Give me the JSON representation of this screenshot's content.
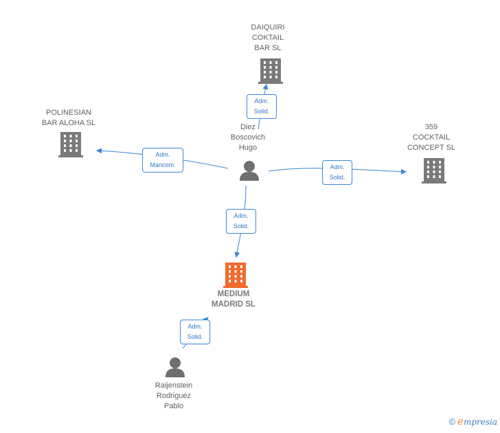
{
  "colors": {
    "edge": "#3a86d6",
    "building": "#7a7a7a",
    "main_building": "#f26a2e",
    "person": "#6f6f6f"
  },
  "nodes": {
    "daiquiri": {
      "name": "DAIQUIRI\nCOKTAIL\nBAR SL",
      "icon": "building-icon"
    },
    "polinesian": {
      "name": "POLINESIAN\nBAR ALOHA SL",
      "icon": "building-icon"
    },
    "cocktail359": {
      "name": "359\nCOCKTAIL\nCONCEPT SL",
      "icon": "building-icon"
    },
    "diez": {
      "name": "Diez\nBoscovich\nHugo",
      "icon": "person-icon"
    },
    "medium": {
      "name": "MEDIUM\nMADRID SL",
      "icon": "building-icon"
    },
    "raijenstein": {
      "name": "Raijenstein\nRodriguez\nPablo",
      "icon": "person-icon"
    }
  },
  "edges": [
    {
      "from": "Diez Boscovich Hugo",
      "to": "DAIQUIRI COKTAIL BAR SL",
      "line1": "Adm.",
      "line2": "Solid."
    },
    {
      "from": "Diez Boscovich Hugo",
      "to": "POLINESIAN BAR ALOHA SL",
      "line1": "Adm.",
      "line2": "Mancom."
    },
    {
      "from": "Diez Boscovich Hugo",
      "to": "359 COCKTAIL CONCEPT SL",
      "line1": "Adm.",
      "line2": "Solid."
    },
    {
      "from": "Diez Boscovich Hugo",
      "to": "MEDIUM MADRID SL",
      "line1": "Adm.",
      "line2": "Solid."
    },
    {
      "from": "Raijenstein Rodriguez Pablo",
      "to": "MEDIUM MADRID SL",
      "line1": "Adm.",
      "line2": "Solid."
    }
  ],
  "footer": {
    "copyright": "©",
    "brand_e": "e",
    "brand_rest": "mpresia"
  }
}
